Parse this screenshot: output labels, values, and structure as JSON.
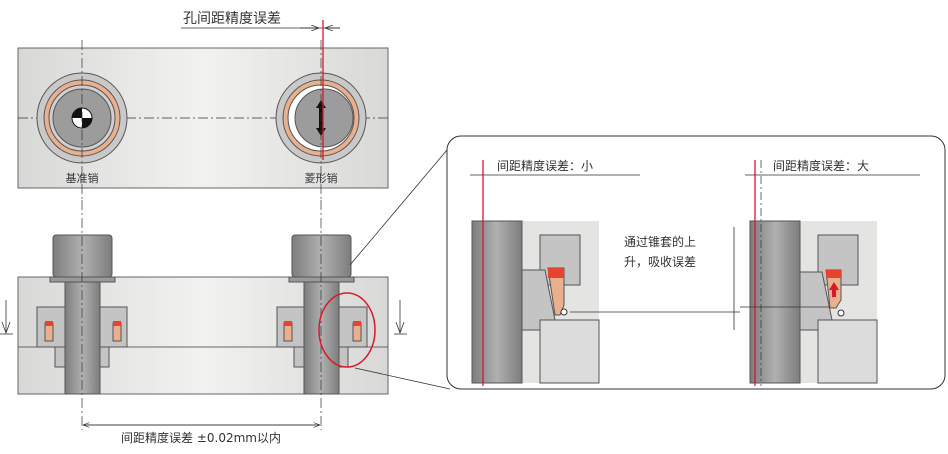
{
  "top_view": {
    "title": "孔间距精度误差",
    "left_pin_label": "基准销",
    "right_pin_label": "菱形销"
  },
  "section_view": {
    "dimension_label": "间距精度误差 ±0.02mm以内"
  },
  "detail": {
    "left_label": "间距精度误差：小",
    "right_label": "间距精度误差：大",
    "note_line1": "通过锥套的上",
    "note_line2": "升，吸收误差"
  },
  "colors": {
    "red": "#d7192a",
    "orange": "#e9b08f",
    "block_red": "#e8432e",
    "plate": "#e4e4e2",
    "metal": "#8a8a8a"
  }
}
